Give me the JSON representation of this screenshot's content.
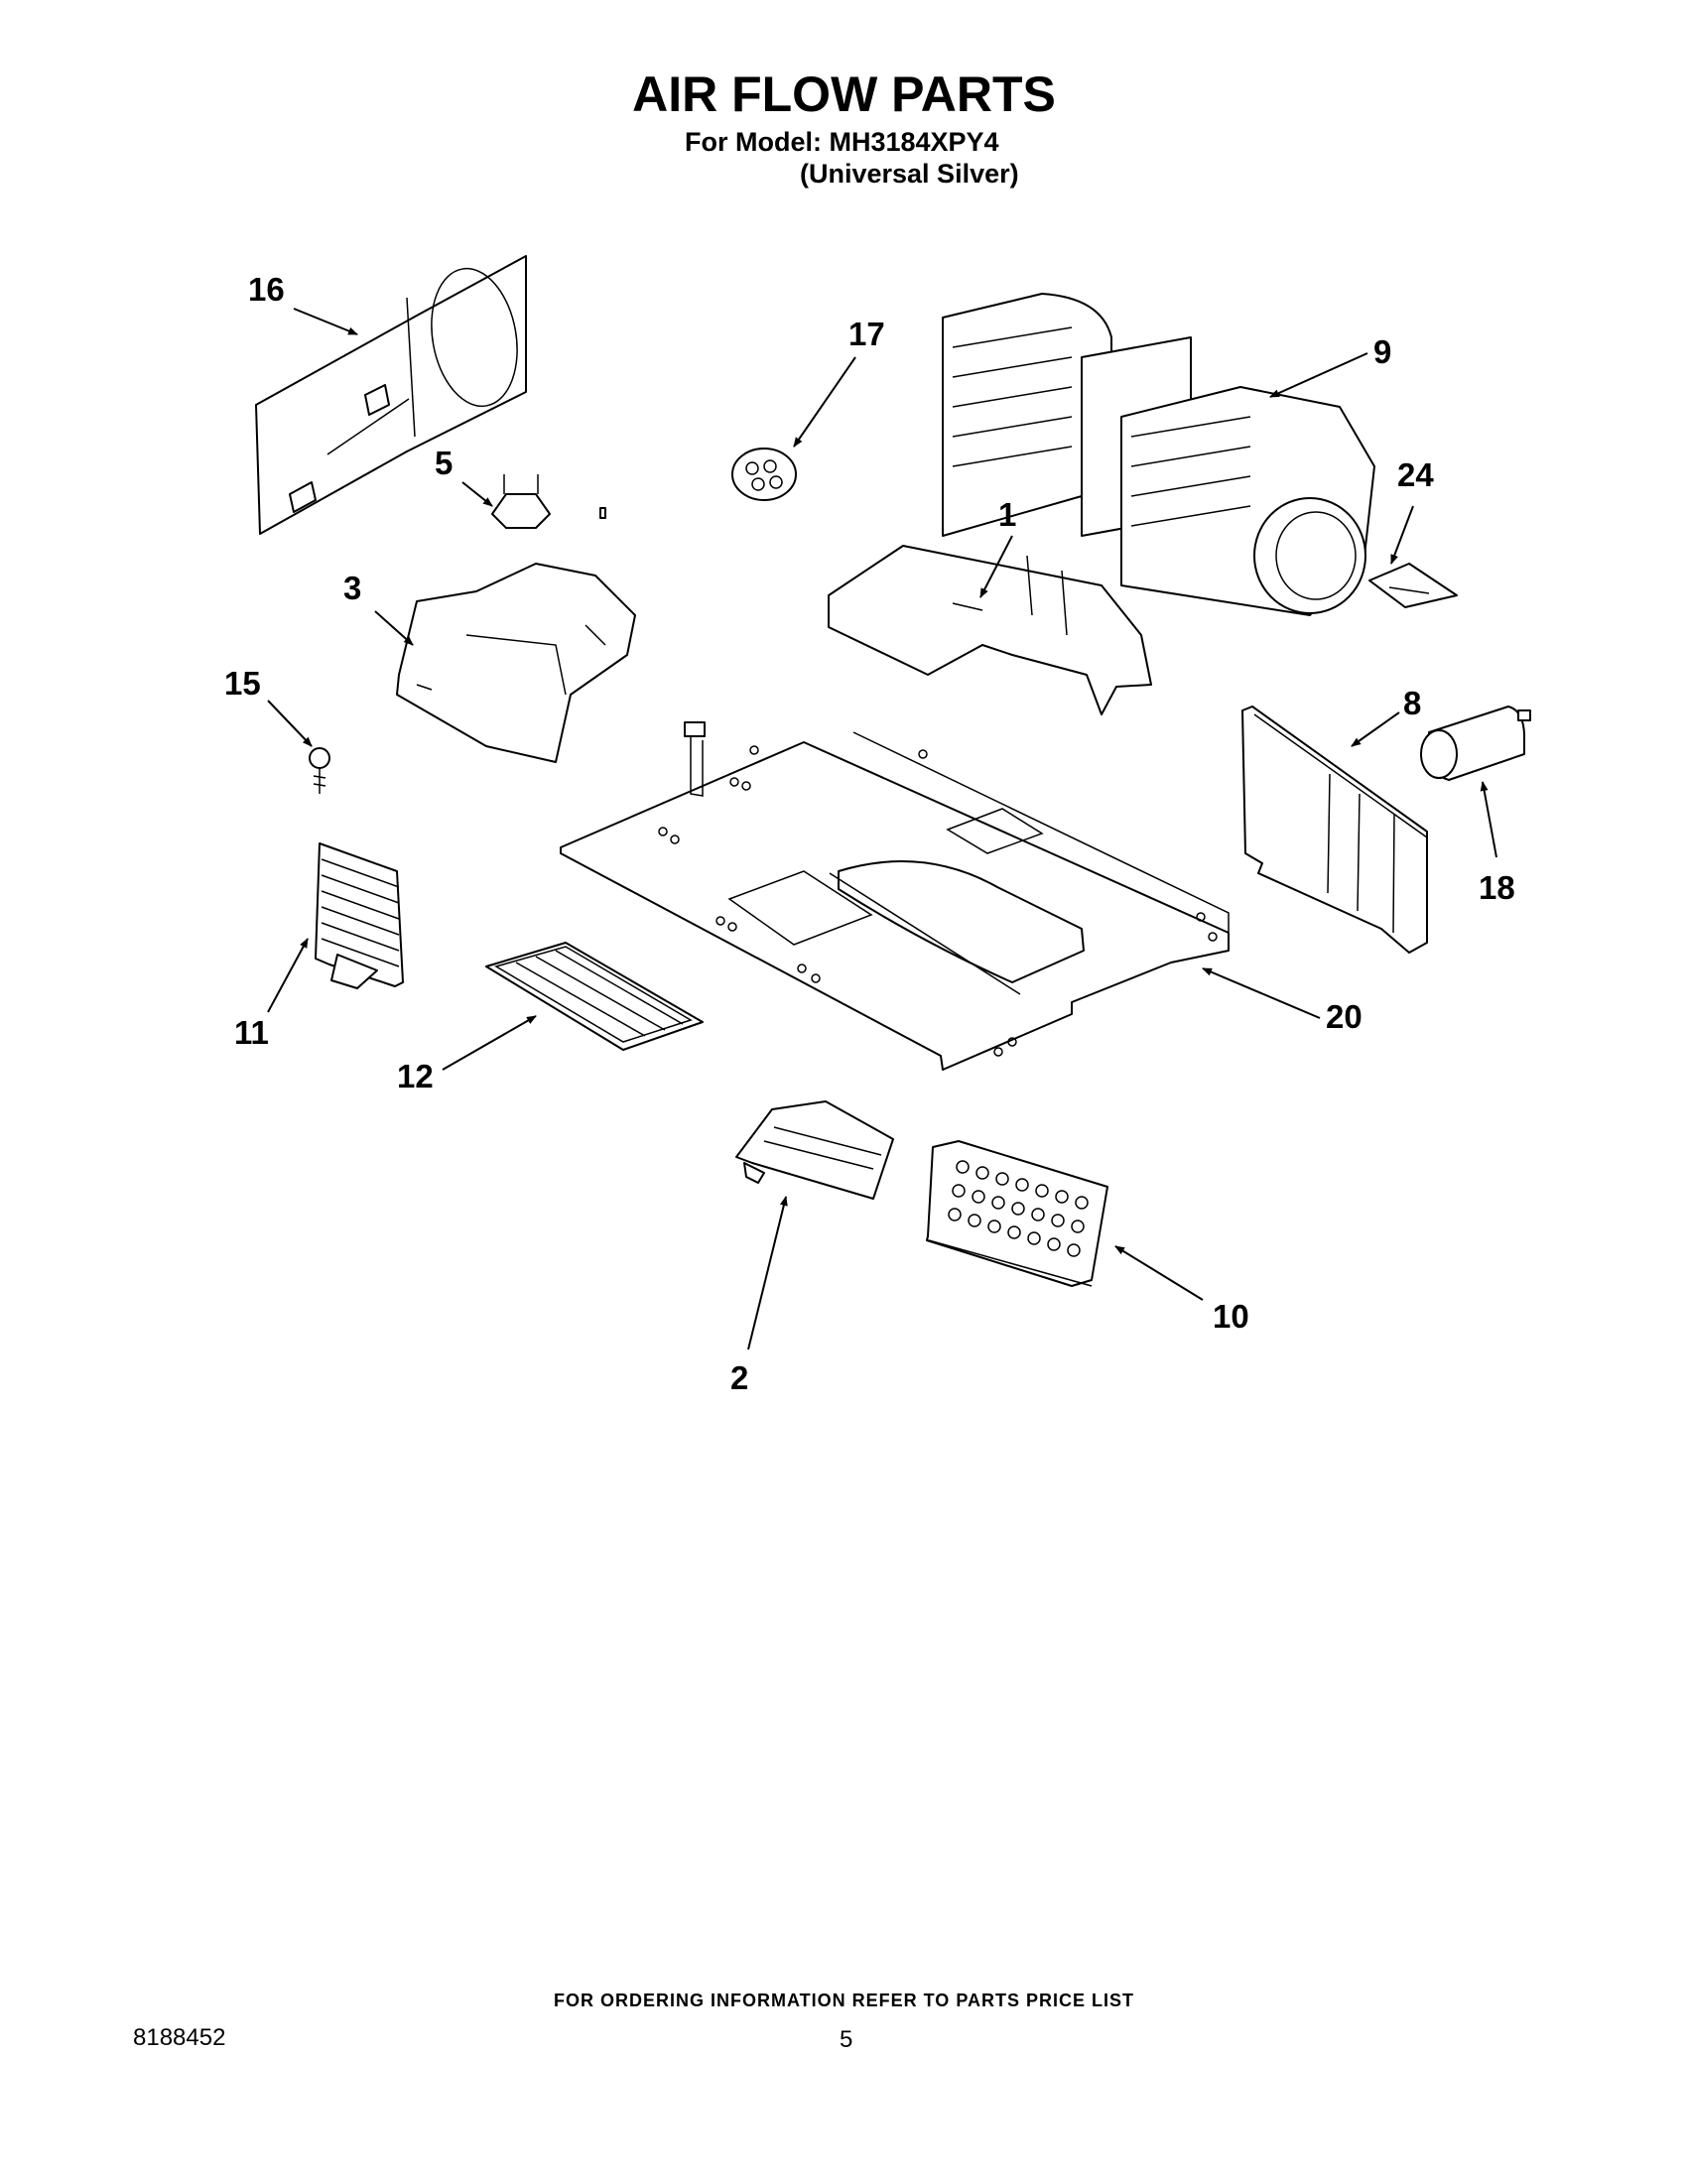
{
  "header": {
    "title": "AIR FLOW PARTS",
    "model_line": "For Model: MH3184XPY4",
    "finish_line": "(Universal Silver)"
  },
  "callouts": {
    "c1": "1",
    "c2": "2",
    "c3": "3",
    "c5": "5",
    "c8": "8",
    "c9": "9",
    "c10": "10",
    "c11": "11",
    "c12": "12",
    "c15": "15",
    "c16": "16",
    "c17": "17",
    "c18": "18",
    "c20": "20",
    "c24": "24"
  },
  "footer": {
    "ordering_note": "FOR ORDERING INFORMATION REFER TO PARTS PRICE LIST",
    "doc_number": "8188452",
    "page_number": "5"
  }
}
